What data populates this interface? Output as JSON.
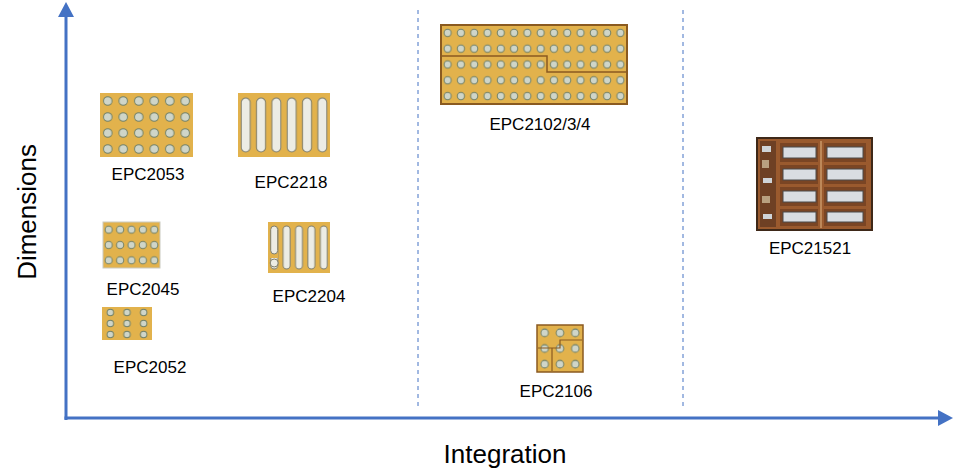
{
  "diagram": {
    "labels": [
      "Dimensions",
      "Integration",
      "EPC2053",
      "EPC2218",
      "EPC2045",
      "EPC2204",
      "EPC2052",
      "EPC2102/3/4",
      "EPC2106",
      "EPC21521"
    ]
  }
}
